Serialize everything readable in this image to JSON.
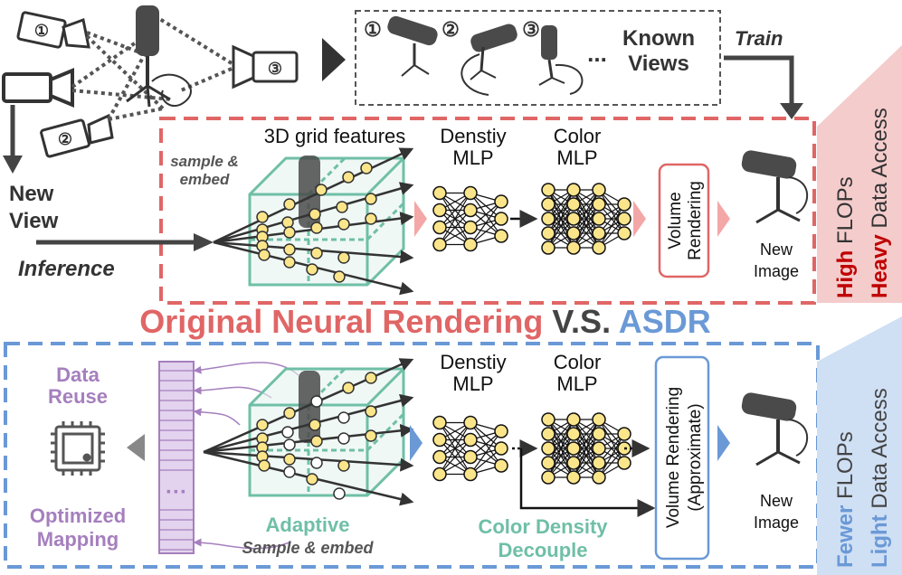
{
  "colors": {
    "red": "#e06666",
    "dark_red": "#c00000",
    "blue": "#6a99d6",
    "light_blue": "#cfdff4",
    "teal": "#6fbfa6",
    "purple": "#a57fbe",
    "light_purple": "#e3d3ee",
    "pink": "#f4cccc",
    "node": "#fbe58b",
    "gray": "#444444"
  },
  "top": {
    "known_views_label": [
      "Known",
      "Views"
    ],
    "view_numbers": [
      "①",
      "②",
      "③"
    ],
    "ellipsis": "...",
    "train_label": "Train",
    "new_view_label": [
      "New",
      "View"
    ],
    "inference_label": "Inference"
  },
  "original": {
    "grid_title": "3D grid features",
    "sample_embed": [
      "sample &",
      "embed"
    ],
    "density_mlp": [
      "Denstiy",
      "MLP"
    ],
    "color_mlp": [
      "Color",
      "MLP"
    ],
    "volume_rendering": [
      "Volume",
      "Rendering"
    ],
    "new_image": [
      "New",
      "Image"
    ],
    "side_high": "High",
    "side_flops": " FLOPs",
    "side_heavy": "Heavy",
    "side_data_access": " Data Access"
  },
  "title": {
    "part1": "Original Neural Rendering",
    "part2": " V.S. ",
    "part3": "ASDR"
  },
  "asdr": {
    "data_reuse": [
      "Data",
      "Reuse"
    ],
    "optimized_mapping": [
      "Optimized",
      "Mapping"
    ],
    "adaptive": "Adaptive",
    "sample_embed": "Sample & embed",
    "density_mlp": [
      "Denstiy",
      "MLP"
    ],
    "color_mlp": [
      "Color",
      "MLP"
    ],
    "color_density_decouple": [
      "Color Density",
      "Decouple"
    ],
    "volume_rendering": [
      "Volume Rendering",
      "(Approximate)"
    ],
    "new_image": [
      "New",
      "Image"
    ],
    "side_fewer": "Fewer",
    "side_flops": " FLOPs",
    "side_light": "Light",
    "side_data_access": " Data Access"
  }
}
